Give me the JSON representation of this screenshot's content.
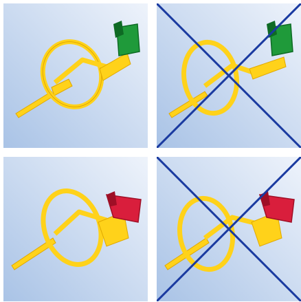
{
  "colors": {
    "background_light": "#eef3fb",
    "background_dark": "#a9c3e6",
    "ring_yellow": "#ffd21a",
    "ring_outline": "#e0a800",
    "bite_block_green": "#1f9a3a",
    "bite_block_green_dark": "#0e6a24",
    "bite_block_red": "#d91e3c",
    "bite_block_red_dark": "#9e0f26",
    "cross_blue": "#1a3aa0"
  },
  "panels": [
    {
      "block_color": "green",
      "crossed": false
    },
    {
      "block_color": "green",
      "crossed": true
    },
    {
      "block_color": "red",
      "crossed": false
    },
    {
      "block_color": "red",
      "crossed": true
    }
  ]
}
